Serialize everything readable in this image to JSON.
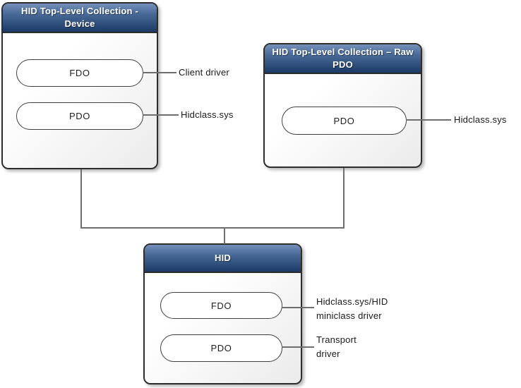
{
  "nodes": [
    {
      "title": "HID Top-Level Collection - Device",
      "title_lines": [
        "HID Top-Level Collection -",
        "Device"
      ],
      "pills": [
        {
          "label": "FDO",
          "annotation": "Client driver",
          "annotation_lines": [
            "Client driver"
          ]
        },
        {
          "label": "PDO",
          "annotation": "Hidclass.sys",
          "annotation_lines": [
            "Hidclass.sys"
          ]
        }
      ]
    },
    {
      "title": "HID Top-Level Collection – Raw PDO",
      "title_lines": [
        "HID Top-Level Collection – Raw",
        "PDO"
      ],
      "pills": [
        {
          "label": "PDO",
          "annotation": "Hidclass.sys",
          "annotation_lines": [
            "Hidclass.sys"
          ]
        }
      ]
    },
    {
      "title": "HID",
      "title_lines": [
        "HID"
      ],
      "pills": [
        {
          "label": "FDO",
          "annotation": "Hidclass.sys/HID miniclass driver",
          "annotation_lines": [
            "Hidclass.sys/HID",
            "miniclass driver"
          ]
        },
        {
          "label": "PDO",
          "annotation": "Transport driver",
          "annotation_lines": [
            "Transport",
            "driver"
          ]
        }
      ]
    }
  ],
  "colors": {
    "header_top": "#7590ba",
    "header_bottom": "#1c3a66",
    "box_border": "#2d2d2d",
    "body_top": "#ffffff",
    "body_bottom": "#ebebeb",
    "pill_border": "#404040",
    "connector": "#6e6e6e",
    "label_text": "#1a1a1a",
    "title_text": "#ffffff"
  }
}
